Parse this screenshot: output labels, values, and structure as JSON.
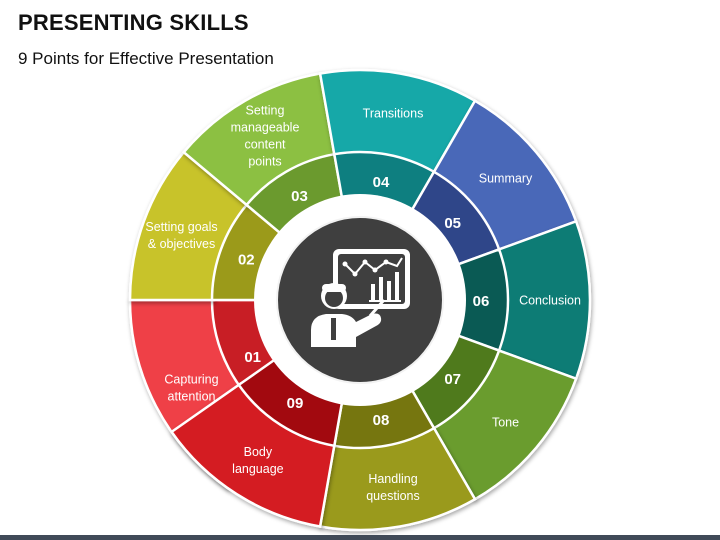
{
  "title": "PRESENTING SKILLS",
  "subtitle": "9 Points for Effective Presentation",
  "icon": "presenter-with-chart-icon",
  "segments": [
    {
      "number": "01",
      "lines": [
        "Capturing",
        "attention"
      ],
      "outer": "#ef4147",
      "inner": "#c81e25"
    },
    {
      "number": "02",
      "lines": [
        "Setting goals",
        "& objectives"
      ],
      "outer": "#c8c32a",
      "inner": "#9b9a1a"
    },
    {
      "number": "03",
      "lines": [
        "Setting",
        "manageable",
        "content",
        "points"
      ],
      "outer": "#8cc043",
      "inner": "#6b9a2e"
    },
    {
      "number": "04",
      "lines": [
        "Transitions"
      ],
      "outer": "#16a8a8",
      "inner": "#0e7f80"
    },
    {
      "number": "05",
      "lines": [
        "Summary"
      ],
      "outer": "#4a67b8",
      "inner": "#2f4689"
    },
    {
      "number": "06",
      "lines": [
        "Conclusion"
      ],
      "outer": "#0f7c74",
      "inner": "#0a5a54"
    },
    {
      "number": "07",
      "lines": [
        "Tone"
      ],
      "outer": "#6b9c2e",
      "inner": "#4f7a1c"
    },
    {
      "number": "08",
      "lines": [
        "Handling",
        "questions"
      ],
      "outer": "#9a9a1a",
      "inner": "#76760f"
    },
    {
      "number": "09",
      "lines": [
        "Body",
        "language"
      ],
      "outer": "#d41a20",
      "inner": "#a2090f"
    }
  ]
}
